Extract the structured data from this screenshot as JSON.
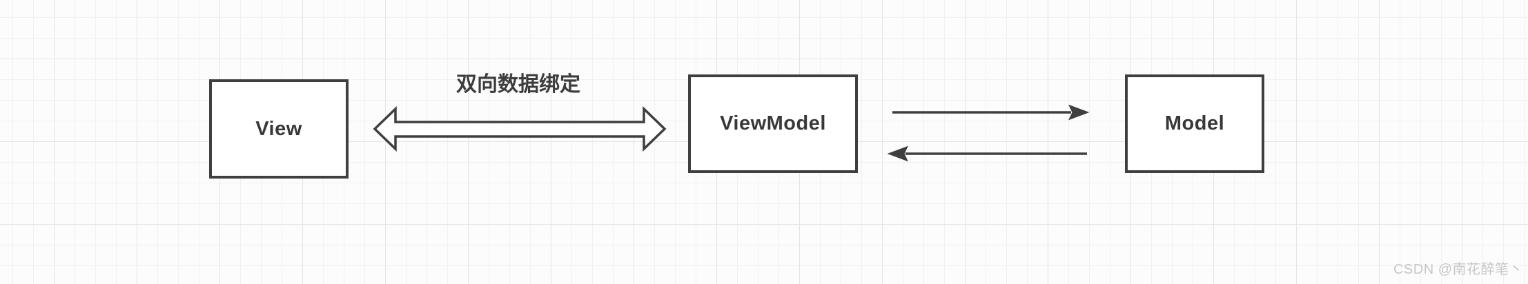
{
  "diagram": {
    "title_context": "MVVM two-way data binding diagram",
    "nodes": [
      {
        "id": "view",
        "label": "View"
      },
      {
        "id": "viewmodel",
        "label": "ViewModel"
      },
      {
        "id": "model",
        "label": "Model"
      }
    ],
    "edges": [
      {
        "from": "view",
        "to": "viewmodel",
        "type": "double-headed-hollow-arrow",
        "label": "双向数据绑定"
      },
      {
        "from": "viewmodel",
        "to": "model",
        "type": "thin-arrow-right",
        "label": ""
      },
      {
        "from": "model",
        "to": "viewmodel",
        "type": "thin-arrow-left",
        "label": ""
      }
    ],
    "colors": {
      "stroke": "#3f3f3f",
      "node_fill": "#ffffff",
      "node_text": "#383838",
      "edge_label_text": "#3d3d3d",
      "background": "#fcfcfc",
      "grid_minor": "#f1f1f1",
      "grid_major": "#e4e4e4",
      "watermark_text": "#c6c6c6"
    }
  },
  "watermark": {
    "text": "CSDN @南花醉笔丶"
  }
}
